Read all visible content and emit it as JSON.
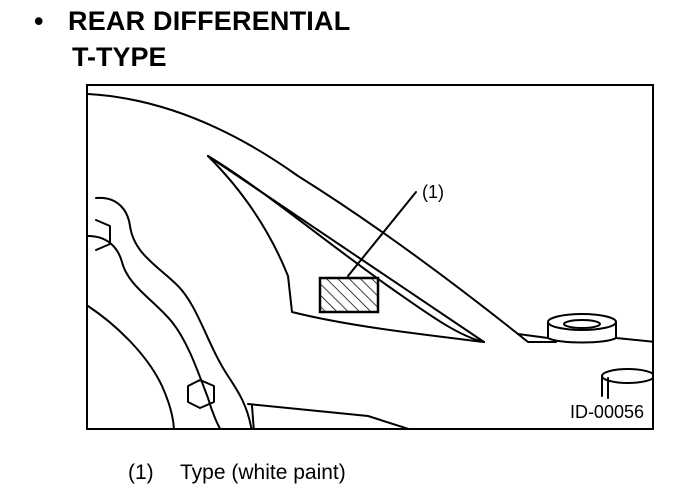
{
  "section": {
    "bullet": "•",
    "title": "REAR DIFFERENTIAL",
    "subtitle": "T-TYPE"
  },
  "figure": {
    "callout": "(1)",
    "figure_id": "ID-00056"
  },
  "legend": {
    "items": [
      {
        "number": "(1)",
        "text": "Type (white paint)"
      }
    ]
  }
}
